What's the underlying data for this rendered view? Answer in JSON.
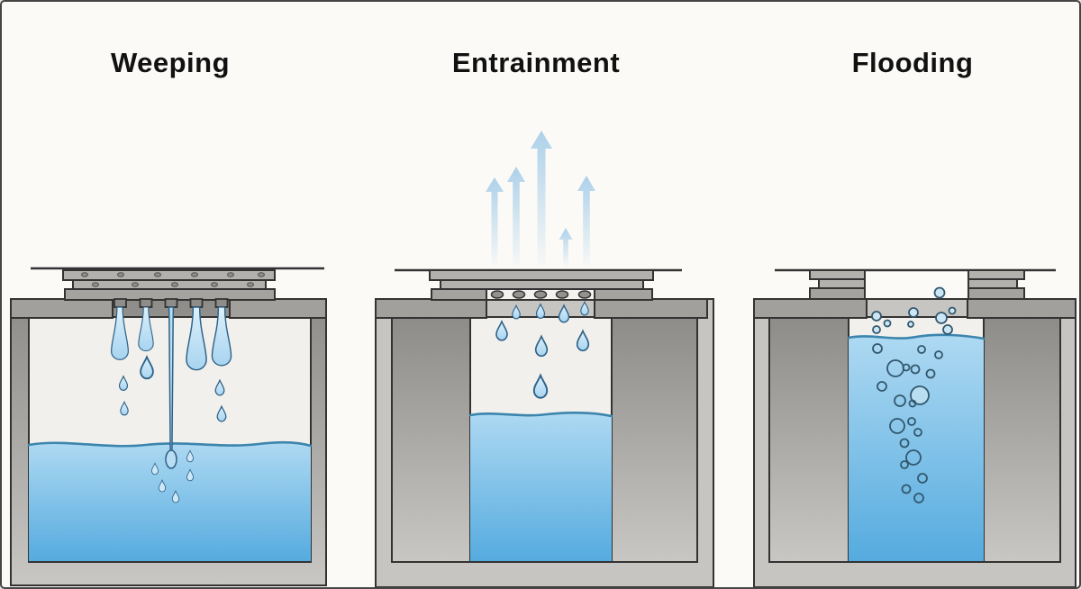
{
  "diagram": {
    "panels": [
      {
        "label": "Weeping"
      },
      {
        "label": "Entrainment"
      },
      {
        "label": "Flooding"
      }
    ]
  },
  "colors": {
    "background": "#fbfaf7",
    "inner_background": "#f2f0ec",
    "outline": "#333333",
    "wall_dark": "#8e8c89",
    "wall_light": "#c9c7c4",
    "frame_gray": "#c7c5c2",
    "shoulder_gray": "#a2a09d",
    "plate_gray": "#b3b1ae",
    "liquid_top": "#aed9f2",
    "liquid_bottom": "#55abdf",
    "liquid_line": "#3c85ad",
    "drop_fill": "#a8d4f0",
    "drop_fill_light": "#dcf0fb",
    "drop_outline": "#2e6288",
    "arrow_blue": "#a9cfe9",
    "bubble_outline": "#33586e",
    "bubble_fill": "#cde6f5",
    "title_color": "#111111"
  }
}
